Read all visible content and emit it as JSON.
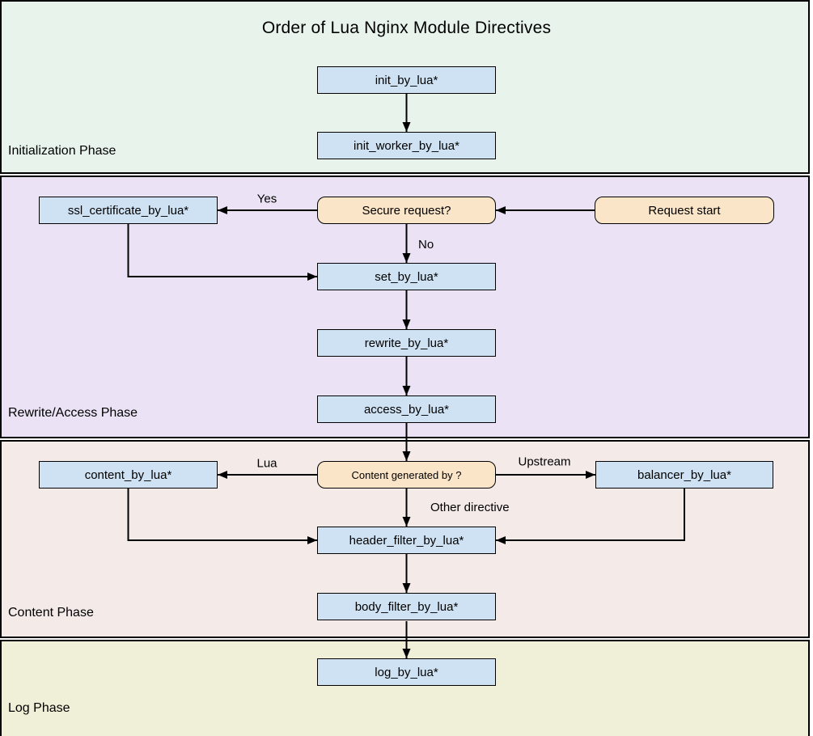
{
  "title": "Order of Lua Nginx Module Directives",
  "phases": {
    "initialization": {
      "label": "Initialization Phase"
    },
    "rewrite_access": {
      "label": "Rewrite/Access Phase"
    },
    "content": {
      "label": "Content Phase"
    },
    "log": {
      "label": "Log Phase"
    }
  },
  "nodes": {
    "init_by_lua": {
      "label": "init_by_lua*",
      "type": "process"
    },
    "init_worker_by_lua": {
      "label": "init_worker_by_lua*",
      "type": "process"
    },
    "ssl_certificate_by_lua": {
      "label": "ssl_certificate_by_lua*",
      "type": "process"
    },
    "secure_request": {
      "label": "Secure request?",
      "type": "decision"
    },
    "request_start": {
      "label": "Request start",
      "type": "decision"
    },
    "set_by_lua": {
      "label": "set_by_lua*",
      "type": "process"
    },
    "rewrite_by_lua": {
      "label": "rewrite_by_lua*",
      "type": "process"
    },
    "access_by_lua": {
      "label": "access_by_lua*",
      "type": "process"
    },
    "content_by_lua": {
      "label": "content_by_lua*",
      "type": "process"
    },
    "content_generated_by": {
      "label": "Content generated by ?",
      "type": "decision"
    },
    "balancer_by_lua": {
      "label": "balancer_by_lua*",
      "type": "process"
    },
    "header_filter_by_lua": {
      "label": "header_filter_by_lua*",
      "type": "process"
    },
    "body_filter_by_lua": {
      "label": "body_filter_by_lua*",
      "type": "process"
    },
    "log_by_lua": {
      "label": "log_by_lua*",
      "type": "process"
    }
  },
  "edge_labels": {
    "yes": "Yes",
    "no": "No",
    "lua": "Lua",
    "upstream": "Upstream",
    "other_directive": "Other directive"
  },
  "colors": {
    "phase_init_bg": "#e8f4eb",
    "phase_rewrite_bg": "#ebe3f5",
    "phase_content_bg": "#f4ebe9",
    "phase_log_bg": "#f0f0d8",
    "process_fill": "#cfe2f3",
    "decision_fill": "#fbe5c8",
    "stroke": "#000000"
  }
}
